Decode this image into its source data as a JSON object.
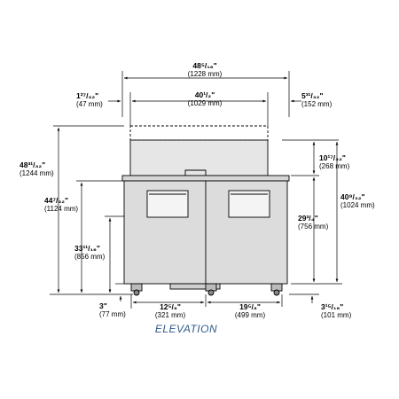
{
  "title": "ELEVATION",
  "colors": {
    "line": "#000000",
    "body": "#dcdcdc",
    "accent": "#2f5b8a"
  },
  "dims": {
    "overall_width": {
      "in": "48⁵/₁₆\"",
      "mm": "(1228 mm)"
    },
    "top_width": {
      "in": "40¹/₂\"",
      "mm": "(1029 mm)"
    },
    "left_offset": {
      "in": "1²⁷/₃₂\"",
      "mm": "(47 mm)"
    },
    "right_offset": {
      "in": "5³¹/₃₂\"",
      "mm": "(152 mm)"
    },
    "overall_height": {
      "in": "48³¹/₃₂\"",
      "mm": "(1244 mm)"
    },
    "counter_height": {
      "in": "44⁷/₃₂\"",
      "mm": "(1124 mm)"
    },
    "door_top_height": {
      "in": "33¹¹/₁₆\"",
      "mm": "(856 mm)"
    },
    "hood_height": {
      "in": "10¹⁷/₃₂\"",
      "mm": "(268 mm)"
    },
    "right_height": {
      "in": "40⁹/₃₂\"",
      "mm": "(1024 mm)"
    },
    "cabinet_height": {
      "in": "29³/₄\"",
      "mm": "(756 mm)"
    },
    "caster_height": {
      "in": "3\"",
      "mm": "(77 mm)"
    },
    "caster_spacing": {
      "in": "12⁵/₈\"",
      "mm": "(321 mm)"
    },
    "door_width": {
      "in": "19⁵/₈\"",
      "mm": "(499 mm)"
    },
    "right_depth": {
      "in": "3¹⁵/₁₆\"",
      "mm": "(101 mm)"
    }
  }
}
